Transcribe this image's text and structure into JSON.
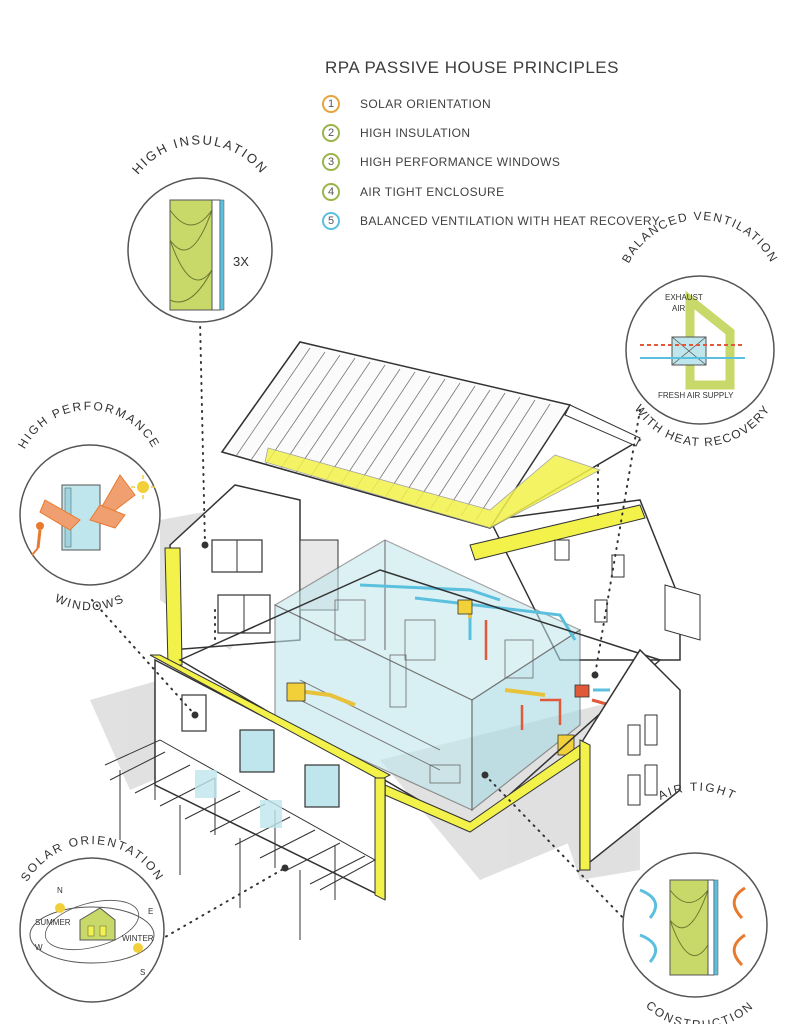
{
  "title": "RPA PASSIVE HOUSE PRINCIPLES",
  "legend": [
    {
      "num": "1",
      "label": "SOLAR ORIENTATION",
      "color": "#e8a33a"
    },
    {
      "num": "2",
      "label": "HIGH INSULATION",
      "color": "#9bb54a"
    },
    {
      "num": "3",
      "label": "HIGH PERFORMANCE WINDOWS",
      "color": "#9bb54a"
    },
    {
      "num": "4",
      "label": "AIR TIGHT ENCLOSURE",
      "color": "#9bb54a"
    },
    {
      "num": "5",
      "label": "BALANCED VENTILATION WITH HEAT RECOVERY",
      "color": "#5bc0de"
    }
  ],
  "callouts": {
    "high_insulation": {
      "title": "HIGH INSULATION",
      "value": "3X"
    },
    "high_performance": {
      "top": "HIGH PERFORMANCE",
      "bottom": "WINDOWS"
    },
    "balanced_ventilation": {
      "top": "BALANCED VENTILATION",
      "bottom": "WITH HEAT RECOVERY",
      "exhaust_line1": "EXHAUST",
      "exhaust_line2": "AIR",
      "fresh": "FRESH AIR SUPPLY"
    },
    "solar_orientation": {
      "title": "SOLAR ORIENTATION",
      "summer": "SUMMER",
      "winter": "WINTER",
      "n": "N",
      "e": "E",
      "s": "S",
      "w": "W"
    },
    "air_tight": {
      "top": "AIR TIGHT",
      "bottom": "CONSTRUCTION"
    }
  },
  "colors": {
    "insulation": "#c8d96a",
    "accent_yellow": "#f2f24a",
    "glass": "#bfe6ec",
    "vent_blue": "#5bc0de",
    "vent_red": "#e05a3a",
    "orange": "#e87a2e"
  }
}
